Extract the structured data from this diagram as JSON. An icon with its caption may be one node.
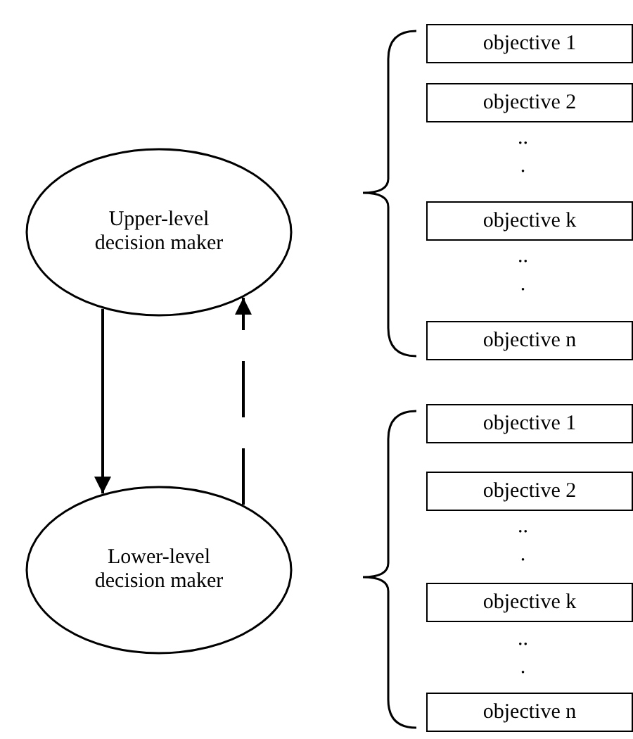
{
  "diagram": {
    "nodes": [
      {
        "text": [
          "Upper-level decision maker"
        ]
      },
      {
        "text": [
          "objective 1"
        ]
      },
      {
        "text": [
          "objective 2"
        ]
      },
      {
        "text": [
          "objective k"
        ]
      },
      {
        "text": [
          "objective n"
        ]
      },
      {
        "text": [
          "Lower-level decision maker"
        ]
      },
      {
        "text": [
          "objective 1"
        ]
      },
      {
        "text": [
          "objective 2"
        ]
      },
      {
        "text": [
          "objective k"
        ]
      },
      {
        "text": [
          "objective n"
        ]
      }
    ],
    "edges": [
      {
        "from": 0,
        "to": 5,
        "arrow": "to"
      },
      {
        "from": 5,
        "to": 0,
        "arrow": "to",
        "style": "dashed"
      }
    ],
    "labels": [
      "...",
      "...",
      "...",
      "..."
    ]
  }
}
